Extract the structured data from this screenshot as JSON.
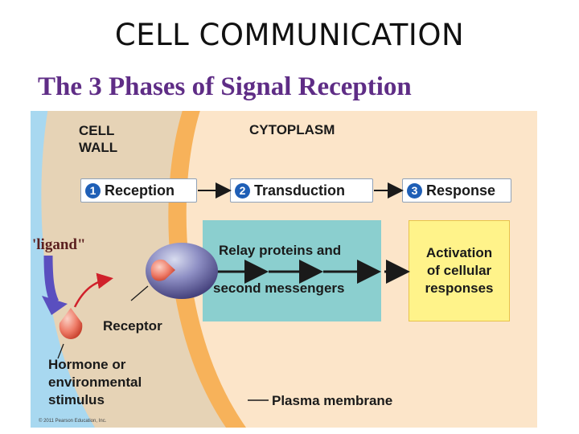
{
  "slide": {
    "title": "CELL COMMUNICATION"
  },
  "figure": {
    "title": "The 3 Phases of Signal Reception",
    "regions": {
      "cell_wall": "CELL\nWALL",
      "cytoplasm": "CYTOPLASM"
    },
    "phases": [
      {
        "number": "1",
        "label": "Reception"
      },
      {
        "number": "2",
        "label": "Transduction"
      },
      {
        "number": "3",
        "label": "Response"
      }
    ],
    "ligand_label": "'ligand\"",
    "receptor_label": "Receptor",
    "stimulus_label": "Hormone or\nenvironmental\nstimulus",
    "transduction_box": {
      "line1": "Relay proteins and",
      "line2": "second messengers"
    },
    "response_box": {
      "text": "Activation\nof cellular\nresponses"
    },
    "membrane_label": "Plasma membrane",
    "copyright": "© 2011 Pearson Education, Inc."
  },
  "colors": {
    "title_purple": "#5f2d86",
    "exterior_blue": "#a8d8f0",
    "cell_wall_tan": "#e6d3b6",
    "membrane_orange": "#f7b25a",
    "cytoplasm_peach": "#fce5c9",
    "transduction_teal": "#8bcfcf",
    "response_yellow": "#fff38a",
    "number_blue": "#1f5fb6",
    "ligand_arrow_purple": "#5a4fbf",
    "hormone_arrow_red": "#d0212b"
  }
}
